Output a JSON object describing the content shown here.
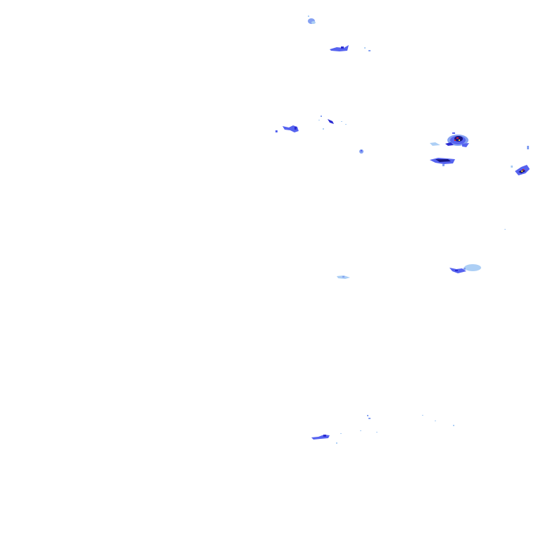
{
  "layer": {
    "kind": "rain-radar-overlay",
    "background": "#ffffff",
    "palette": {
      "very_light": "#a9cdf5",
      "light": "#7f9cf2",
      "moderate": "#4d5bef",
      "heavy": "#1f1fcf",
      "very_heavy": "#0a0a7a",
      "intense_red": "#c8102e",
      "intense_yellow": "#f2d21b"
    }
  },
  "echoes": [
    {
      "id": "echo-1",
      "intensity": "light"
    },
    {
      "id": "echo-2",
      "intensity": "moderate"
    },
    {
      "id": "echo-3",
      "intensity": "very_light"
    },
    {
      "id": "echo-4",
      "intensity": "moderate"
    },
    {
      "id": "echo-5",
      "intensity": "heavy"
    },
    {
      "id": "echo-6",
      "intensity": "light"
    },
    {
      "id": "echo-7",
      "intensity": "intense"
    },
    {
      "id": "echo-8",
      "intensity": "heavy"
    },
    {
      "id": "echo-9",
      "intensity": "intense"
    },
    {
      "id": "echo-10",
      "intensity": "moderate"
    },
    {
      "id": "echo-11",
      "intensity": "very_light"
    },
    {
      "id": "echo-12",
      "intensity": "light"
    },
    {
      "id": "echo-13",
      "intensity": "moderate"
    }
  ]
}
